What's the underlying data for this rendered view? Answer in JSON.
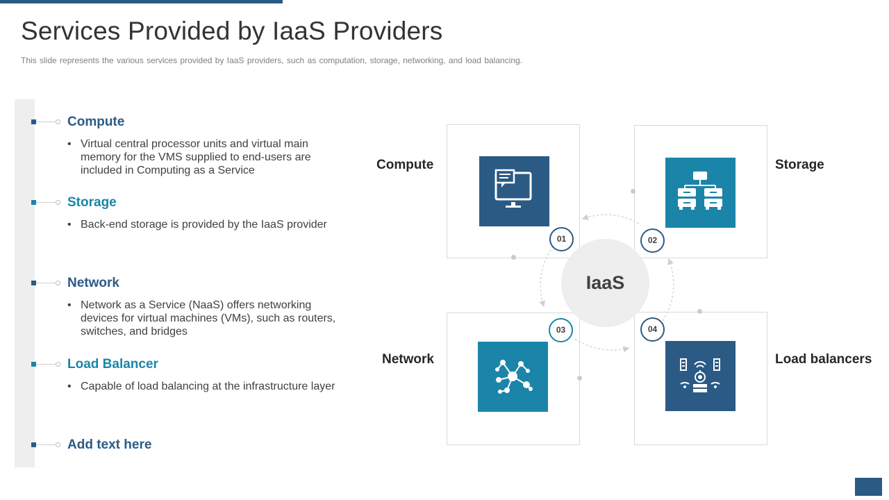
{
  "title": "Services Provided by IaaS Providers",
  "subtitle": "This slide represents the various  services provided  by IaaS  providers,  such as computation,  storage,  networking,  and load balancing.",
  "colors": {
    "dark_blue": "#2b5a85",
    "teal": "#1b85a9",
    "grey": "#eeeeee"
  },
  "left_list": [
    {
      "heading": "Compute",
      "text": "Virtual central processor units and virtual main memory for the VMS supplied to end-users are included in Computing as a Service",
      "color": "#2b5a85"
    },
    {
      "heading": "Storage",
      "text": "Back-end storage is provided by the IaaS provider",
      "color": "#1b85a9"
    },
    {
      "heading": "Network",
      "text": "Network as a Service (NaaS) offers networking devices for virtual machines (VMs), such as routers, switches, and bridges",
      "color": "#2b5a85"
    },
    {
      "heading": "Load Balancer",
      "text": "Capable of load balancing at the infrastructure  layer",
      "color": "#1b85a9"
    },
    {
      "heading": "Add text here",
      "color": "#2b5a85"
    }
  ],
  "diagram": {
    "center": "IaaS",
    "quadrants": [
      {
        "label": "Compute",
        "number": "01",
        "icon": "computer-monitor-icon",
        "color": "#2b5a85"
      },
      {
        "label": "Storage",
        "number": "02",
        "icon": "server-storage-icon",
        "color": "#1b85a9"
      },
      {
        "label": "Network",
        "number": "03",
        "icon": "network-nodes-icon",
        "color": "#1b85a9"
      },
      {
        "label": "Load balancers",
        "number": "04",
        "icon": "load-balancer-icon",
        "color": "#2b5a85"
      }
    ]
  }
}
